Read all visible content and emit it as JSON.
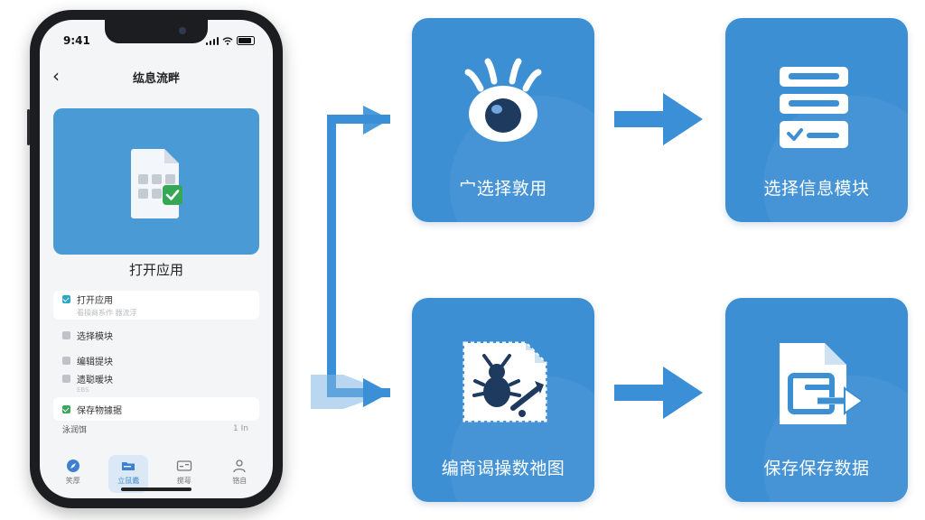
{
  "phone": {
    "status_time": "9:41",
    "nav_title": "纮息流畔",
    "hero_title": "打开应用",
    "list": [
      {
        "label": "打开应用",
        "sub": "看操商系作 器流浮",
        "state": "checked-blue",
        "style": "card"
      },
      {
        "label": "选择模块",
        "state": "unchecked"
      },
      {
        "label": "编辑提块",
        "state": "unchecked"
      },
      {
        "label": "遗聪暖块",
        "sub": "EBS",
        "state": "unchecked"
      },
      {
        "label": "保存物據据",
        "state": "checked-green",
        "style": "card"
      }
    ],
    "trailing_row": {
      "label": "泳润饵",
      "value": "1 In"
    },
    "tabs": [
      {
        "label": "笑厚",
        "icon": "compass-icon",
        "active": false
      },
      {
        "label": "立鼠蠹",
        "icon": "folder-icon",
        "active": true
      },
      {
        "label": "搅萼",
        "icon": "card-icon",
        "active": false
      },
      {
        "label": "铬自",
        "icon": "user-icon",
        "active": false
      }
    ]
  },
  "flow": {
    "tiles": [
      {
        "label": "宀选择敦用",
        "icon": "eye-icon"
      },
      {
        "label": "选择信息模块",
        "icon": "form-list-icon"
      },
      {
        "label": "编商谒操数祂图",
        "icon": "bug-image-icon"
      },
      {
        "label": "保存保存数据",
        "icon": "export-document-icon"
      }
    ]
  },
  "colors": {
    "tile_blue": "#3d8fd4",
    "hero_blue": "#4a9bd5",
    "arrow_blue": "#3a8fd6",
    "check_teal": "#2aa7c9",
    "check_green": "#3aa85a"
  }
}
